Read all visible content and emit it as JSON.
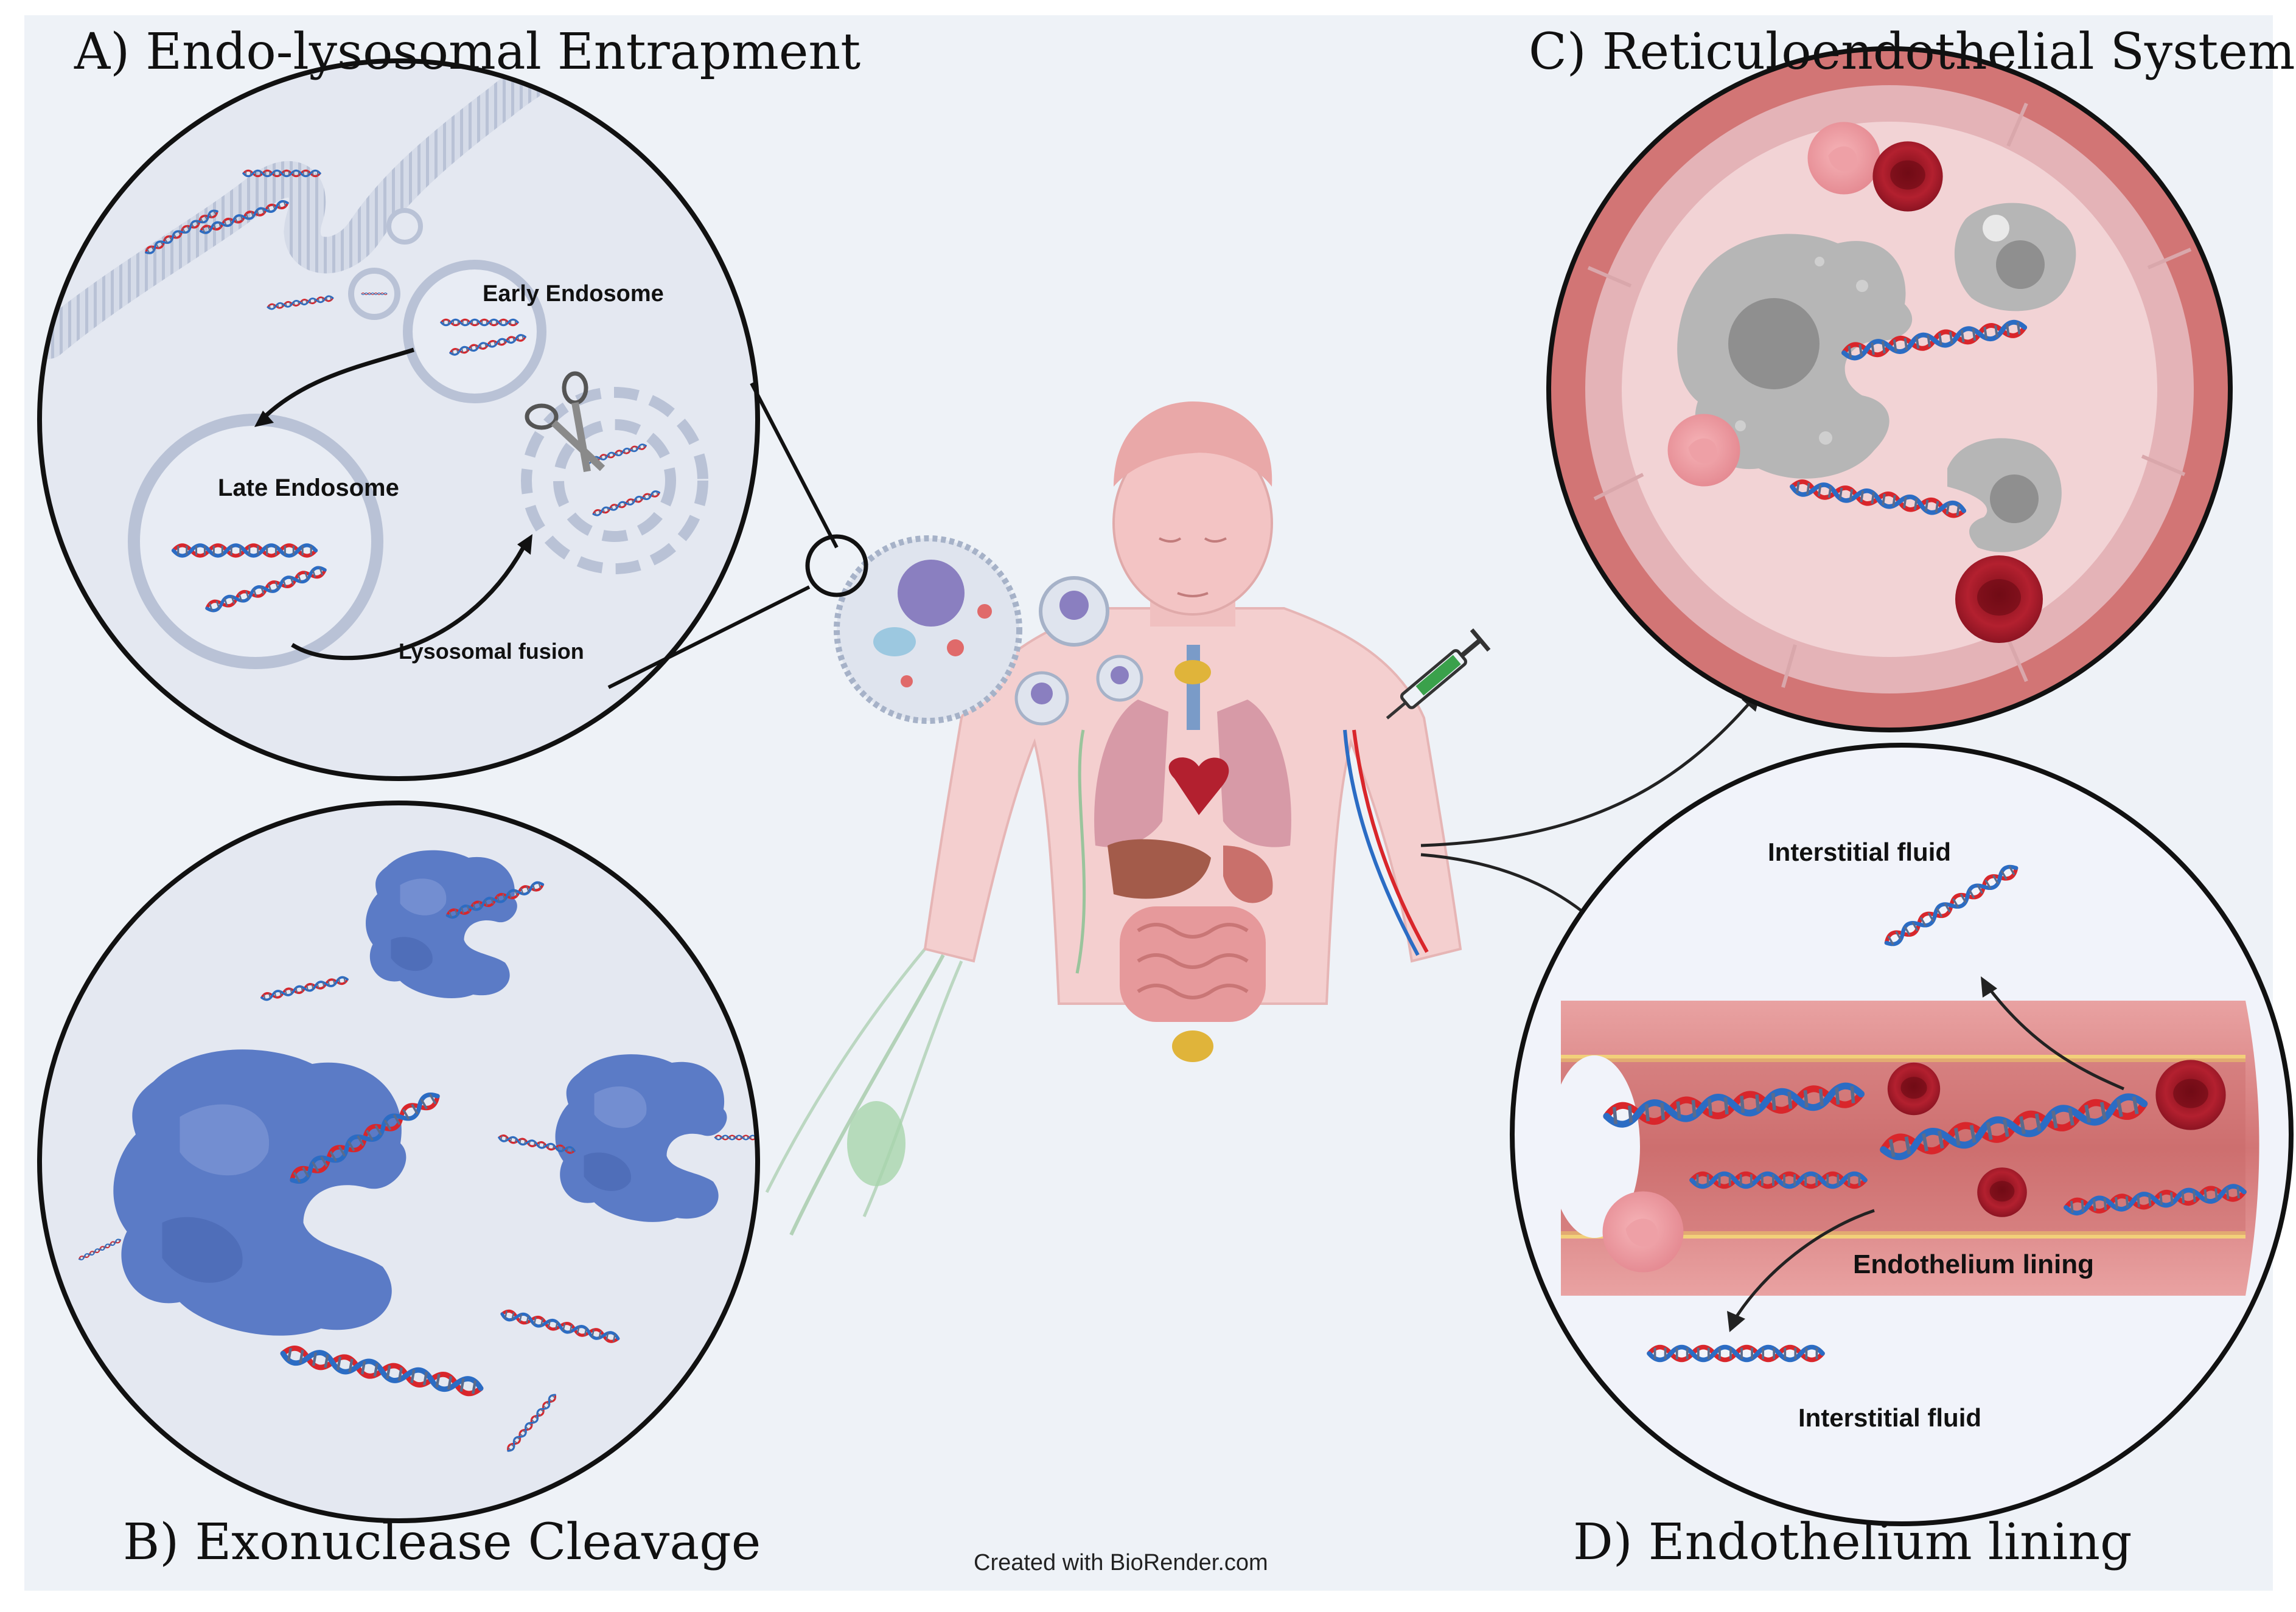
{
  "panels": {
    "a": {
      "title": "A) Endo-lysosomal Entrapment",
      "labels": {
        "early": "Early Endosome",
        "late": "Late Endosome",
        "fusion": "Lysosomal fusion"
      }
    },
    "b": {
      "title": "B) Exonuclease Cleavage"
    },
    "c": {
      "title": "C) Reticuloendothelial System"
    },
    "d": {
      "title": "D) Endothelium lining",
      "labels": {
        "fluid_top": "Interstitial fluid",
        "lining": "Endothelium lining",
        "fluid_bottom": "Interstitial fluid"
      }
    }
  },
  "credit": "Created with BioRender.com",
  "icons": [
    "scissors-icon",
    "syringe-icon",
    "human-body-icon",
    "cell-icon",
    "dna-icon",
    "macrophage-icon",
    "red-blood-cell-icon",
    "exonuclease-enzyme-icon"
  ],
  "colors": {
    "background": "#eef2f7",
    "dna_red": "#d9262b",
    "dna_blue": "#2b6cc4",
    "enzyme": "#5b7bc6",
    "vessel": "#d27575",
    "rbc": "#b3202f",
    "macrophage": "#b6b6b6"
  }
}
